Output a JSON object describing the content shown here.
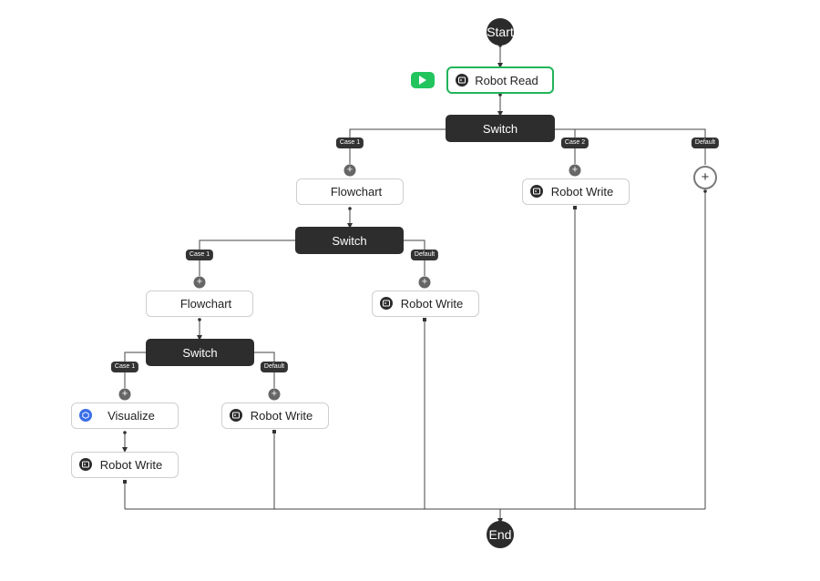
{
  "start_label": "Start",
  "end_label": "End",
  "switch_label": "Switch",
  "plus_symbol": "+",
  "accent_color": "#22b45a",
  "nodes": {
    "robot_read": "Robot Read",
    "flowchart_1": "Flowchart",
    "flowchart_2": "Flowchart",
    "visualize": "Visualize",
    "robot_write_a": "Robot Write",
    "robot_write_b": "Robot Write",
    "robot_write_c": "Robot Write",
    "robot_write_d": "Robot Write"
  },
  "cases": {
    "s1_case1": "Case 1",
    "s1_case2": "Case 2",
    "s1_default": "Default",
    "s2_case1": "Case 1",
    "s2_default": "Default",
    "s3_case1": "Case 1",
    "s3_default": "Default"
  },
  "icons": {
    "run": "play-icon",
    "robot": "robot-icon",
    "visualize": "cube-icon"
  }
}
